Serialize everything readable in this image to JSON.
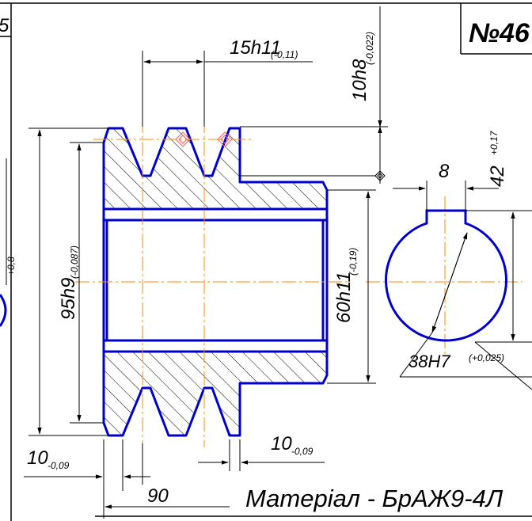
{
  "sheet": {
    "number": "№46",
    "left_fragment": "5",
    "material_label": "Матеріал - БрАЖ9-4Л"
  },
  "dimensions": {
    "groove_pitch": {
      "value": "15h11",
      "tol": "(-0,11)"
    },
    "groove_depth": {
      "value": "10h8",
      "tol": "(-0,022)"
    },
    "outer_diameter": {
      "value": "95h9",
      "tol": "(-0,087)"
    },
    "inner_diameter": {
      "value": "60h11",
      "tol": "(-0,19)"
    },
    "left_step": {
      "value": "10",
      "tol": "-0,09"
    },
    "right_step": {
      "value": "10",
      "tol": "-0,09"
    },
    "overall_length": "90",
    "key_width": "8",
    "key_depth": {
      "value": "42",
      "tol": "+0,17"
    },
    "bore_diameter": {
      "value": "38H7",
      "tol": "(+0,025)"
    },
    "left_edge_tol": "+0,8"
  }
}
